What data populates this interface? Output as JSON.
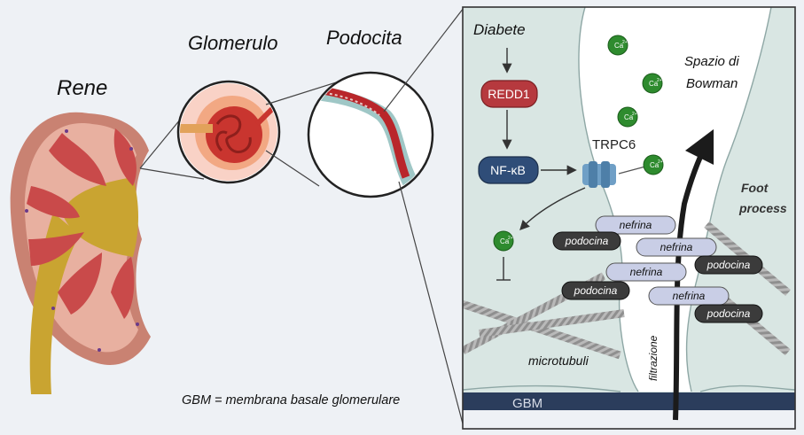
{
  "labels": {
    "rene": "Rene",
    "glomerulo": "Glomerulo",
    "podocita": "Podocita",
    "gbm_note": "GBM = membrana basale glomerulare"
  },
  "pathway": {
    "diabete": "Diabete",
    "redd1": "REDD1",
    "nfkb": "NF-κB",
    "trpc6": "TRPC6",
    "ca": "Ca",
    "ca_sup": "2+"
  },
  "panel": {
    "spazio": "Spazio di",
    "bowman": "Bowman",
    "foot1": "Foot",
    "foot2": "process",
    "microtubuli": "microtubuli",
    "filtrazione": "filtrazione",
    "gbm": "GBM",
    "nefrina": "nefrina",
    "podocina": "podocina"
  },
  "colors": {
    "panel_bg": "#d9e6e3",
    "bowman_space": "#ffffff",
    "redd1": "#b6393e",
    "nfkb": "#2f4d78",
    "ca_green": "#2e8b2e",
    "gbm_bar": "#2b3d5c",
    "nefrina_fill": "#c9cee6",
    "podocina_fill": "#3b3b3b",
    "kidney_outer": "#c98272",
    "kidney_yellow": "#c9a431",
    "pyramid_red": "#c94a4a"
  }
}
